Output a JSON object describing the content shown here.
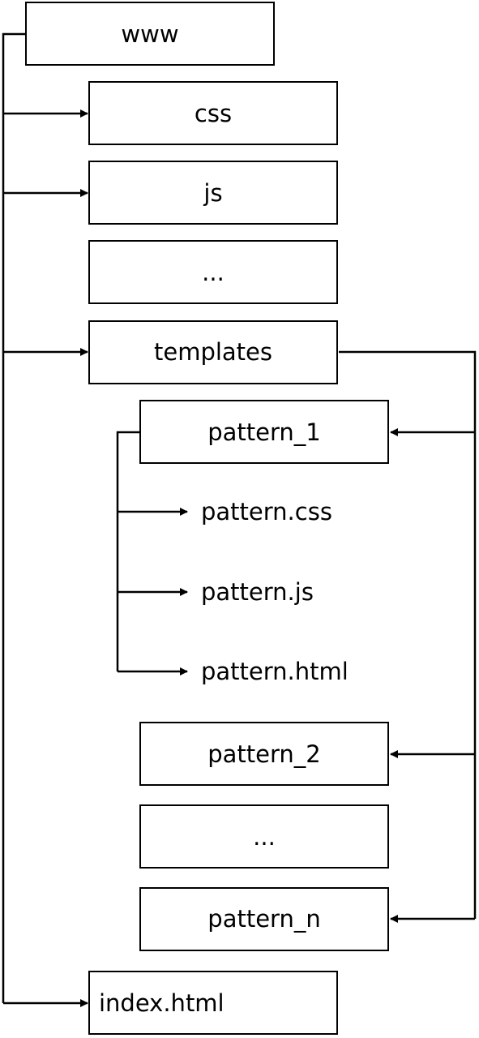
{
  "tree": {
    "root": {
      "label": "www"
    },
    "children": [
      {
        "label": "css"
      },
      {
        "label": "js"
      },
      {
        "label": "..."
      },
      {
        "label": "templates"
      },
      {
        "label": "index.html"
      }
    ],
    "templates_children": [
      {
        "label": "pattern_1"
      },
      {
        "label": "pattern_2"
      },
      {
        "label": "..."
      },
      {
        "label": "pattern_n"
      }
    ],
    "pattern_1_files": [
      {
        "label": "pattern.css"
      },
      {
        "label": "pattern.js"
      },
      {
        "label": "pattern.html"
      }
    ]
  },
  "colors": {
    "stroke": "#000000",
    "background": "#ffffff",
    "text": "#000000"
  }
}
